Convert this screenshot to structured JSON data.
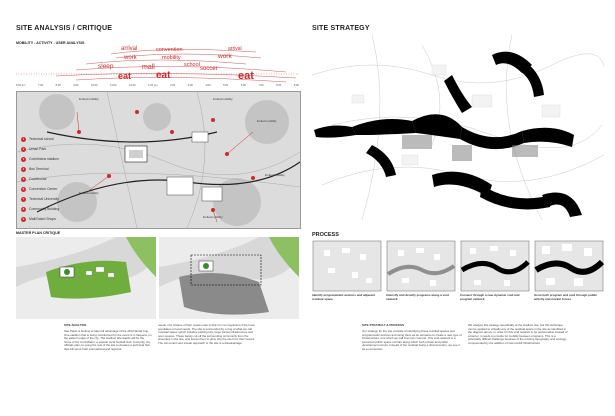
{
  "left": {
    "title": "SITE ANALYSIS / CRITIQUE",
    "subtitle": "MOBILITY - ACTIVITY - USER ANALYSIS",
    "timeline_words": [
      {
        "t": "arrival"
      },
      {
        "t": "convention"
      },
      {
        "t": "arrival"
      },
      {
        "t": "work"
      },
      {
        "t": "mobility"
      },
      {
        "t": "work"
      },
      {
        "t": "sleep"
      },
      {
        "t": "school"
      },
      {
        "t": "mall"
      },
      {
        "t": "soccer"
      },
      {
        "t": "eat"
      },
      {
        "t": "eat"
      },
      {
        "t": "eat"
      }
    ],
    "timeline_ticks": [
      "6:00 am",
      "7:00",
      "8:00",
      "9:00",
      "10:00",
      "11:00",
      "12:00",
      "1:00 pm",
      "2:00",
      "3:00",
      "4:00",
      "5:00",
      "6:00",
      "7:00",
      "8:00",
      "9:00"
    ],
    "legend": [
      {
        "n": "1",
        "label": "Technical school"
      },
      {
        "n": "2",
        "label": "Urban Park"
      },
      {
        "n": "3",
        "label": "Corinthians stadium"
      },
      {
        "n": "4",
        "label": "Bus Terminal"
      },
      {
        "n": "5",
        "label": "Courthouse"
      },
      {
        "n": "6",
        "label": "Convention Center"
      },
      {
        "n": "7",
        "label": "Technical University"
      },
      {
        "n": "8",
        "label": "Community Building"
      },
      {
        "n": "9",
        "label": "Mall/Gated Shops"
      }
    ],
    "callouts": [
      "limited mobility",
      "limited mobility",
      "limited mobility",
      "limited mobility",
      "limited mobility",
      "limited mobility"
    ],
    "masterplan_title": "MASTER PLAN CRITIQUE",
    "site_analysis_title": "SITE ANALYSIS",
    "site_analysis_text_1": "Sao Paulo is looking to take full advantage of the 2014 World Cup. One stadium that is being constructed for the event is in Itaquera, on the eastern edge of the city. The stadium afterwards will be the home of the Corinthians, a popular local football club. Currently, city officials plan on using the rest of the site to develop a technical hub that will serve both international and regional",
    "site_analysis_text_2": "needs. Our critique of their master plan is that it is not cognizant of the local population or local needs. The site is surrounded by a ring of what we call 'residual space' which includes parking lots, large transit infrastructure and open spaces. These barely cut off the surrounding community from the amenities in the site, and forces them to drive into the site from their homes. The car-centric and insular approach to the site is a disadvantage."
  },
  "right": {
    "title": "SITE STRATEGY",
    "process_title": "PROCESS",
    "process_captions": [
      "Identify programmatic anchors and adjacent residual space",
      "Intensify and densify programs along a void network",
      "Connect through a new dynamic void and program network",
      "Grow both program and void through public activity and market forces"
    ],
    "strategy_title": "SITE STRATEGY & PROCESS",
    "strategy_text_1": "Our strategy for the site consists of identifying these residual spaces and programmatic anchors and using them as an armature to create a new type of infrastructure, one which we call Common Ground. This void network is a perceived public space corridor along which both private and public development occurs. Instead of the residual being a disconnection, we see it as a connection.",
    "strategy_text_2": "We analyze this strategy specifically at the stadium site, but this technique can be applied to virtually any of the residual space in the site as identified in the diagram above. In order for this void network to be performative instead of a barrier, it needs to provide for mobility between programs. This is a potentially difficult challenge because of the existing topography and ecology, compounded by the addition of new transit infrastructure."
  },
  "colors": {
    "accent": "#cc2a2a",
    "ink": "#111111",
    "panel": "#e2e2e2",
    "green": "#6fae3c"
  }
}
